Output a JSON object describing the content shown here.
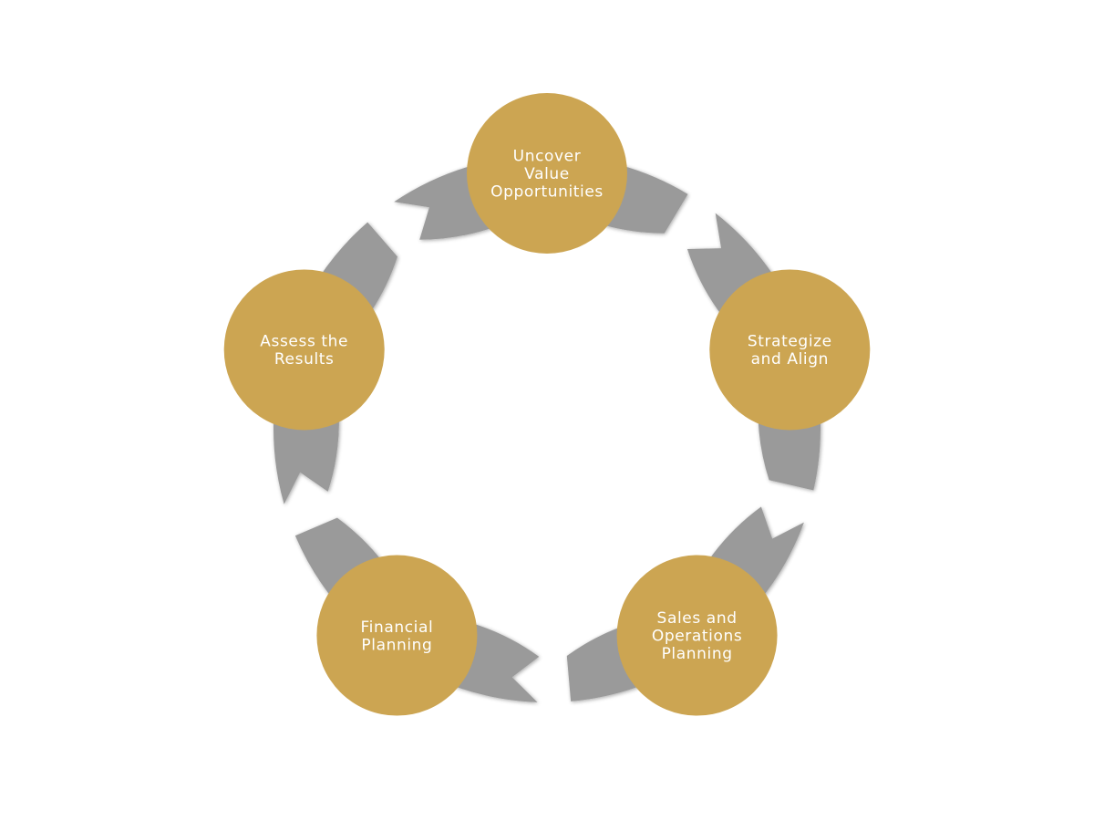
{
  "diagram": {
    "type": "cycle",
    "direction": "clockwise",
    "colors": {
      "node_fill": "#cca552",
      "arrow_fill": "#9a9a9a",
      "arrow_shade": "#7a7a7a",
      "label_color": "#ffffff",
      "background": "#ffffff"
    },
    "nodes": [
      {
        "id": "uncover",
        "lines": [
          "Uncover",
          "Value",
          "Opportunities"
        ]
      },
      {
        "id": "strategize",
        "lines": [
          "Strategize",
          "and Align"
        ]
      },
      {
        "id": "sales-ops",
        "lines": [
          "Sales and",
          "Operations",
          "Planning"
        ]
      },
      {
        "id": "financial",
        "lines": [
          "Financial",
          "Planning"
        ]
      },
      {
        "id": "assess",
        "lines": [
          "Assess the",
          "Results"
        ]
      }
    ]
  }
}
